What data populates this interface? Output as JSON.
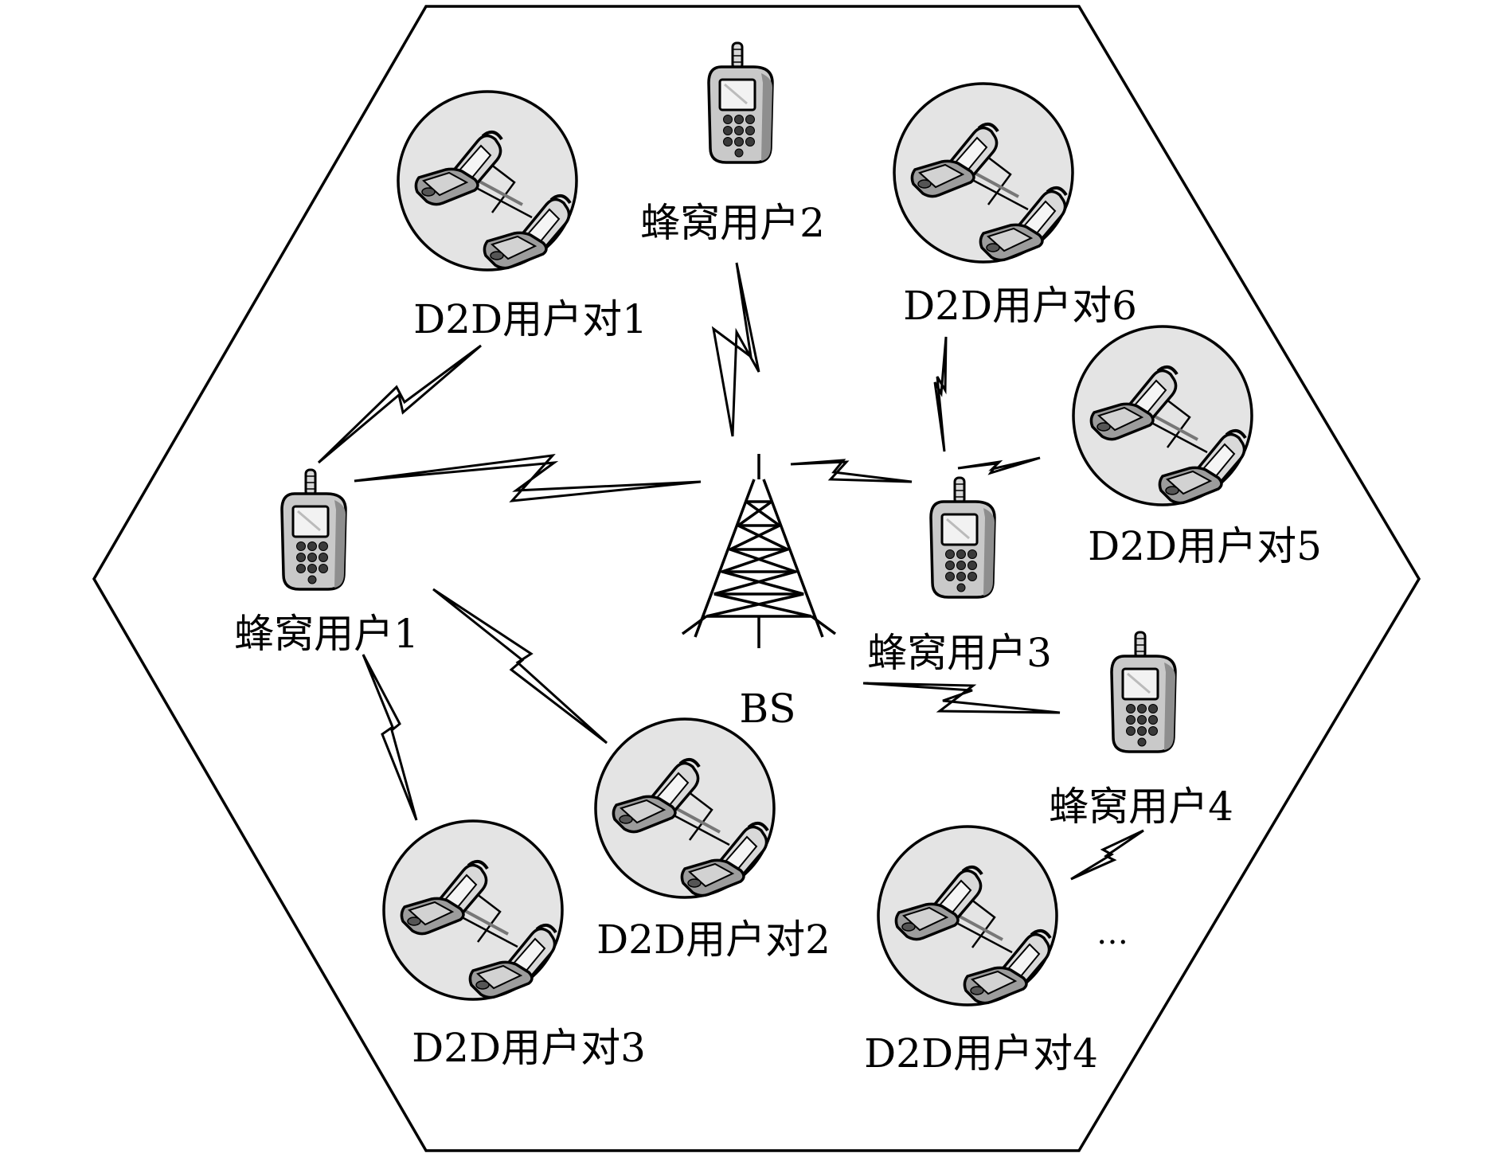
{
  "base_station": {
    "label": "BS"
  },
  "cellular_users": [
    {
      "label": "蜂窝用户1"
    },
    {
      "label": "蜂窝用户2"
    },
    {
      "label": "蜂窝用户3"
    },
    {
      "label": "蜂窝用户4"
    }
  ],
  "d2d_pairs": [
    {
      "label": "D2D用户对1"
    },
    {
      "label": "D2D用户对2"
    },
    {
      "label": "D2D用户对3"
    },
    {
      "label": "D2D用户对4"
    },
    {
      "label": "D2D用户对5"
    },
    {
      "label": "D2D用户对6"
    }
  ],
  "more_indicator": "…"
}
